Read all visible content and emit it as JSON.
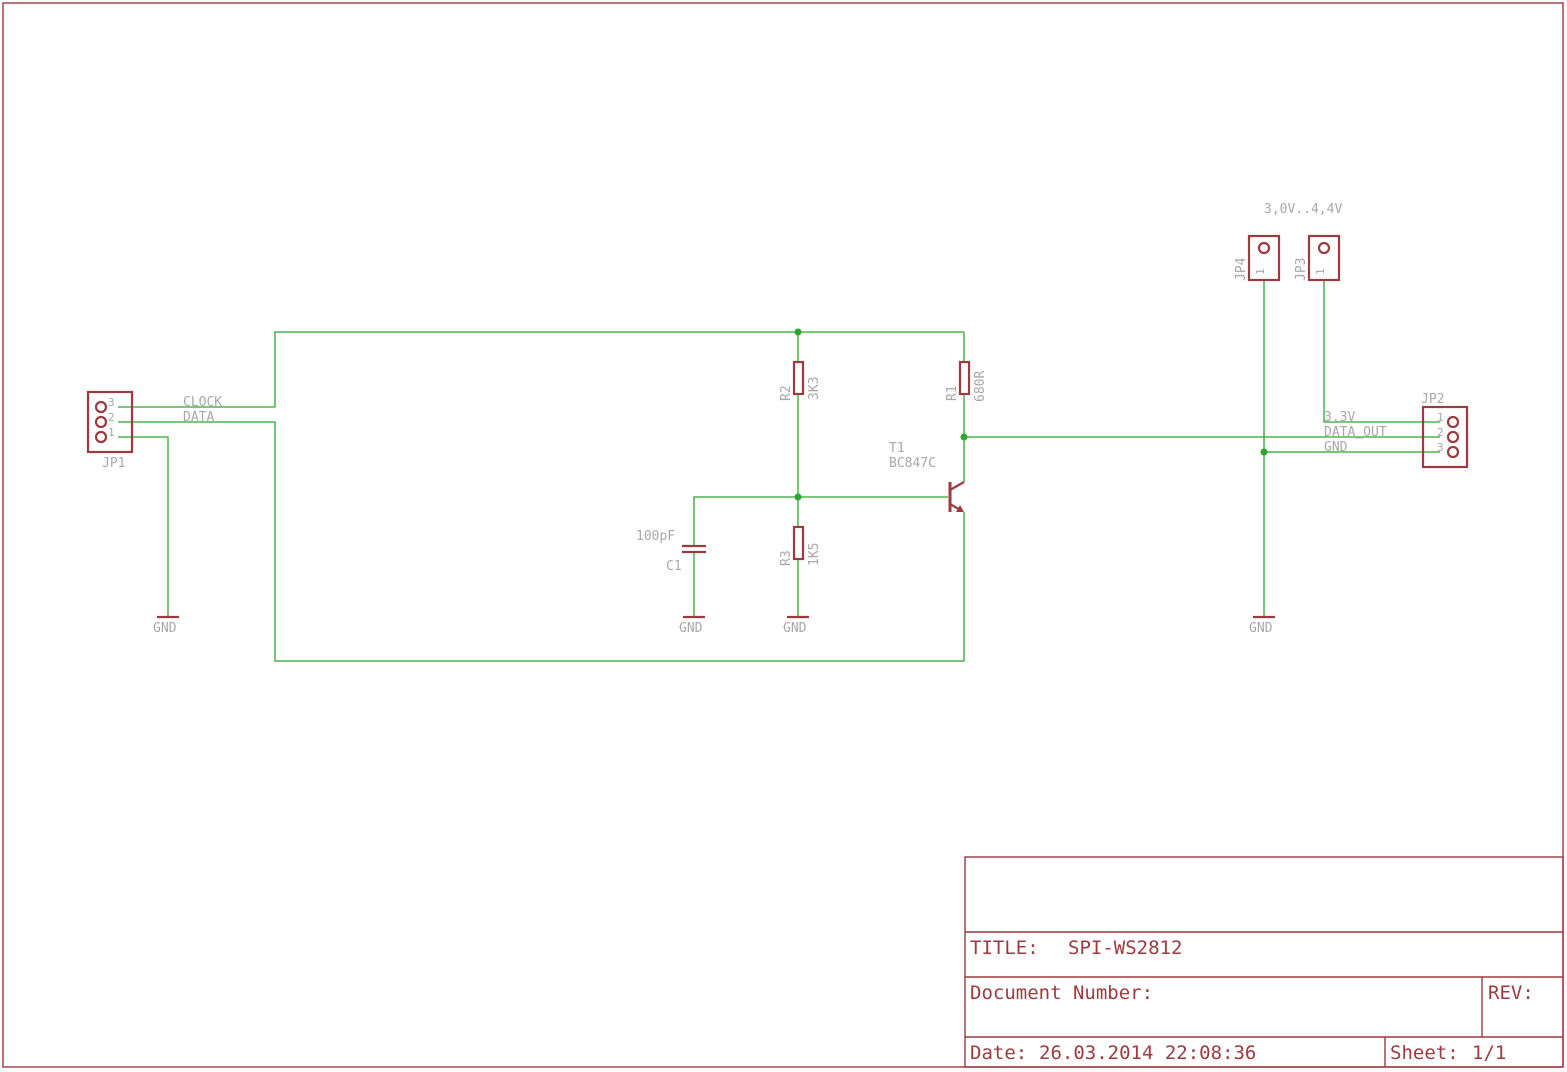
{
  "schematic": {
    "jp1": {
      "name": "JP1",
      "pins": [
        "3",
        "2",
        "1"
      ]
    },
    "jp2": {
      "name": "JP2",
      "pins": [
        "1",
        "2",
        "3"
      ]
    },
    "jp3": {
      "name": "JP3",
      "pin": "1"
    },
    "jp4": {
      "name": "JP4",
      "pin": "1"
    },
    "nets": {
      "clock": "CLOCK",
      "data": "DATA",
      "v33": "3,3V",
      "data_out": "DATA_OUT",
      "gnd": "GND"
    },
    "supply_range": "3,0V..4,4V",
    "r1": {
      "name": "R1",
      "value": "680R"
    },
    "r2": {
      "name": "R2",
      "value": "3K3"
    },
    "r3": {
      "name": "R3",
      "value": "1K5"
    },
    "c1": {
      "name": "C1",
      "value": "100pF"
    },
    "t1": {
      "name": "T1",
      "value": "BC847C"
    },
    "gnd_label": "GND"
  },
  "title_block": {
    "title_label": "TITLE:",
    "title_value": "SPI-WS2812",
    "doc_number_label": "Document Number:",
    "rev_label": "REV:",
    "date_label": "Date:",
    "date_value": "26.03.2014 22:08:36",
    "sheet_label": "Sheet:",
    "sheet_value": "1/1"
  },
  "colors": {
    "wire": "#2fa52f",
    "part": "#9b3a3f",
    "label": "#a8a8a8"
  }
}
